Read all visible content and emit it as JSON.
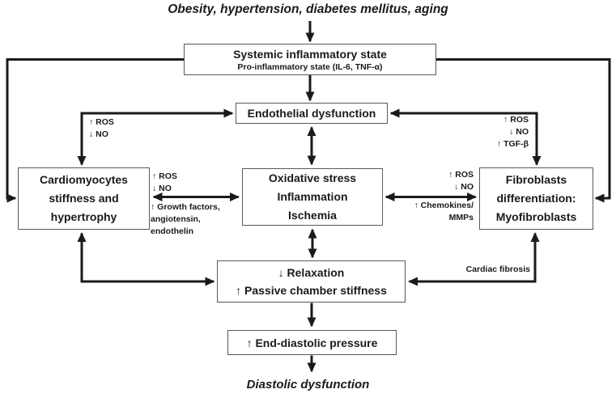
{
  "title_top": "Obesity, hypertension, diabetes mellitus, aging",
  "title_bottom": "Diastolic dysfunction",
  "colors": {
    "arrow": "#1a1a1a",
    "box_border": "#595959",
    "background": "#ffffff",
    "text": "#1a1a1a"
  },
  "boxes": {
    "systemic": {
      "title": "Systemic inflammatory state",
      "subtitle": "Pro-inflammatory state (IL-6, TNF-α)"
    },
    "endothelial": {
      "title": "Endothelial dysfunction"
    },
    "cardiomyocytes": {
      "lines": [
        "Cardiomyocytes",
        "stiffness and",
        "hypertrophy"
      ]
    },
    "oxidative": {
      "lines": [
        "Oxidative stress",
        "Inflammation",
        "Ischemia"
      ]
    },
    "fibroblasts": {
      "lines": [
        "Fibroblasts",
        "differentiation:",
        "Myofibroblasts"
      ]
    },
    "relaxation": {
      "lines": [
        "↓ Relaxation",
        "↑ Passive chamber stiffness"
      ]
    },
    "end_diastolic": {
      "title": "↑ End-diastolic pressure"
    }
  },
  "edge_labels": {
    "endothelial_to_cardiomyocytes": {
      "lines": [
        "↑ ROS",
        "↓ NO"
      ]
    },
    "endothelial_to_fibroblasts": {
      "lines": [
        "↑ ROS",
        "↓ NO",
        "↑ TGF-β"
      ]
    },
    "cardiomyocytes_oxidative_upper": {
      "lines": [
        "↑ ROS",
        "↓ NO"
      ]
    },
    "cardiomyocytes_oxidative_lower": {
      "lines": [
        "↑ Growth factors,",
        "angiotensin,",
        "endothelin"
      ]
    },
    "oxidative_fibroblasts_upper": {
      "lines": [
        "↑ ROS",
        "↓ NO"
      ]
    },
    "oxidative_fibroblasts_lower": {
      "lines": [
        "↑ Chemokines/",
        "MMPs"
      ]
    },
    "fibroblasts_to_relaxation": "Cardiac fibrosis"
  }
}
